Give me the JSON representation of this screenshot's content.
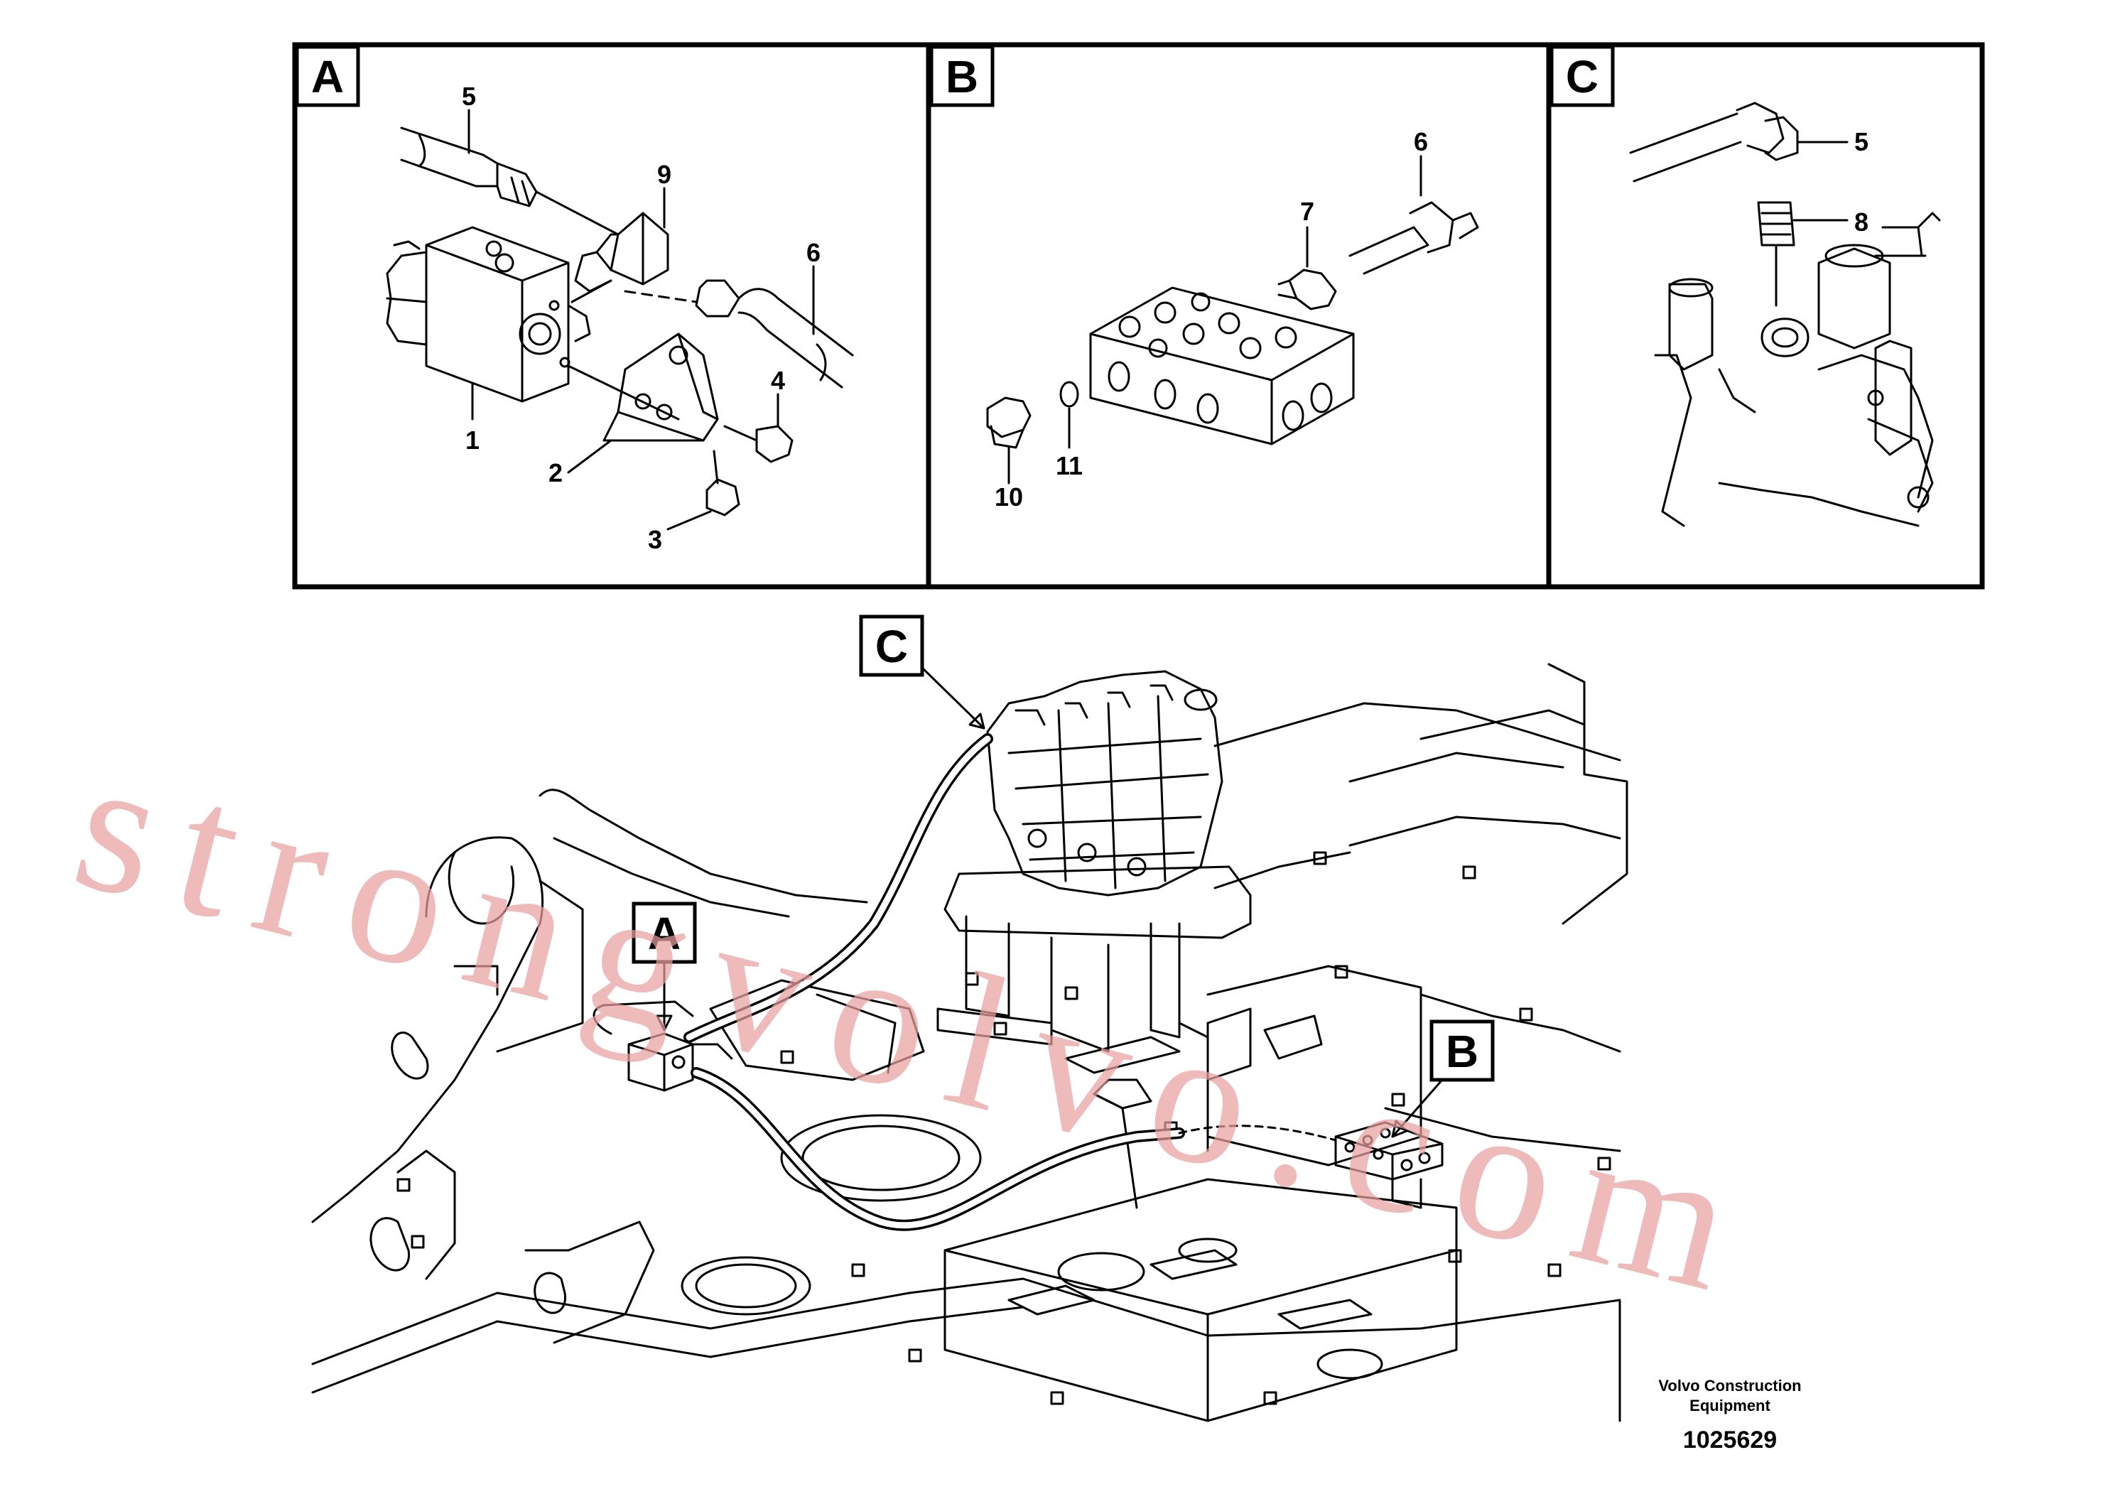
{
  "detail_tags": {
    "a": "A",
    "b": "B",
    "c": "C"
  },
  "callouts": {
    "a_5": "5",
    "a_9": "9",
    "a_6": "6",
    "a_4": "4",
    "a_1": "1",
    "a_2": "2",
    "a_3": "3",
    "b_6": "6",
    "b_7": "7",
    "b_10": "10",
    "b_11": "11",
    "c_5": "5",
    "c_8": "8"
  },
  "main_tags": {
    "a": "A",
    "b": "B",
    "c": "C"
  },
  "footer": {
    "line1": "Volvo Construction",
    "line2": "Equipment",
    "id": "1025629"
  },
  "watermark": "strongvolvo.com"
}
